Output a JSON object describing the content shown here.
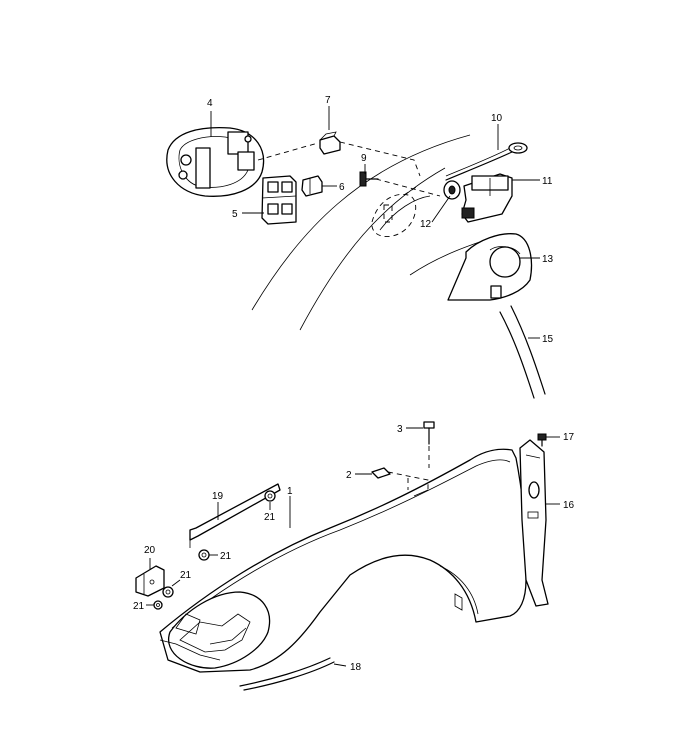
{
  "callouts": {
    "c1": "1",
    "c2": "2",
    "c3": "3",
    "c4": "4",
    "c5": "5",
    "c6": "6",
    "c7": "7",
    "c9": "9",
    "c10": "10",
    "c11": "11",
    "c12": "12",
    "c13": "13",
    "c15": "15",
    "c16": "16",
    "c17": "17",
    "c18": "18",
    "c19": "19",
    "c20": "20",
    "c21a": "21",
    "c21b": "21",
    "c21c": "21",
    "c21d": "21"
  }
}
